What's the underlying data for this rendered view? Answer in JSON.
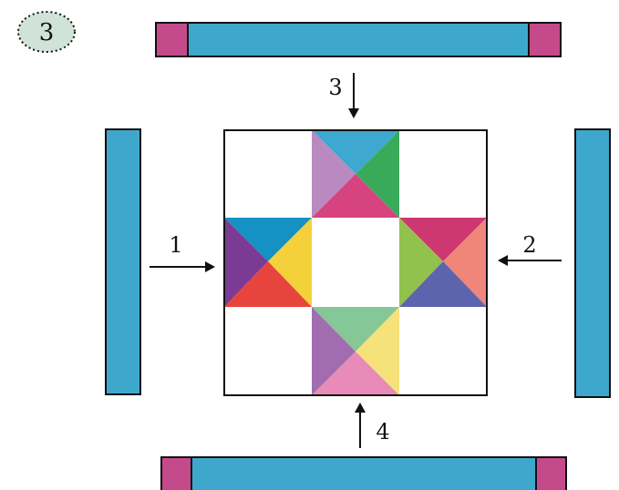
{
  "step_badge": {
    "number": "3",
    "fill": "#cfe3d8"
  },
  "arrows": [
    {
      "id": "left",
      "label": "1"
    },
    {
      "id": "right",
      "label": "2"
    },
    {
      "id": "top",
      "label": "3"
    },
    {
      "id": "bottom",
      "label": "4"
    }
  ],
  "colors": {
    "sashing": "#3ea8cc",
    "cornerstone": "#c54a8c",
    "outline": "#111111"
  },
  "block_triangles": {
    "top": {
      "top": "#3fa8d1",
      "left": "#b98abf",
      "right": "#38aa5a",
      "bottom": "#d6437f"
    },
    "left": {
      "top": "#1591c4",
      "left": "#7b3b94",
      "right": "#f4d03a",
      "bottom": "#e8443e"
    },
    "right": {
      "top": "#cd3772",
      "left": "#92c14c",
      "right": "#ef8679",
      "bottom": "#5d64ad"
    },
    "bottom": {
      "top": "#86c797",
      "left": "#a16cb0",
      "right": "#f5e27a",
      "bottom": "#e88bb8"
    }
  }
}
